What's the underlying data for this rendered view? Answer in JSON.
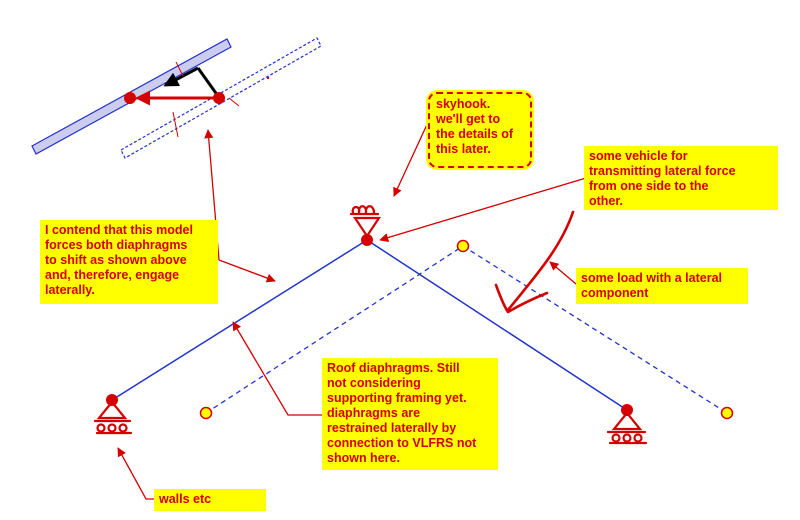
{
  "notes": {
    "skyhook": "skyhook.\nwe'll get to\nthe details of\nthis later.",
    "vehicle": "some vehicle for\ntransmitting lateral force\nfrom one side to the\nother.",
    "contend": "I contend that this model\nforces both diaphragms\nto shift as shown above\nand, therefore, engage\nlaterally.",
    "load": "some load with a lateral\ncomponent",
    "roof": "Roof diaphragms.  Still\nnot considering\nsupporting framing yet.\ndiaphragms are\nrestrained laterally by\nconnection to VLFRS not\nshown here.",
    "walls": "walls etc"
  },
  "colors": {
    "annotation_red": "#d40000",
    "note_yellow": "#ffff00",
    "diaphragm_blue": "#2233cc",
    "inset_band": "#ccccee",
    "black_arrow": "#000000"
  },
  "icons": {
    "skyhook": "skyhook-support-icon",
    "support": "roller-support-icon",
    "load": "hand-drawn-load-arrow-icon"
  }
}
